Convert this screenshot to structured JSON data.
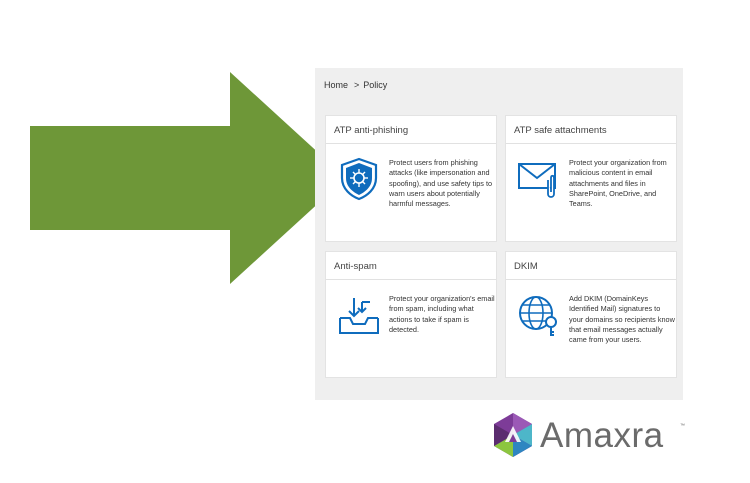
{
  "breadcrumb": {
    "home": "Home",
    "separator": ">",
    "current": "Policy"
  },
  "cards": [
    {
      "title": "ATP anti-phishing",
      "icon": "shield-anti-phishing-icon",
      "description": "Protect users from phishing attacks (like impersonation and spoofing), and use safety tips to warn users about potentially harmful messages."
    },
    {
      "title": "ATP safe attachments",
      "icon": "envelope-paperclip-icon",
      "description": "Protect your organization from malicious content in email attachments and files in SharePoint, OneDrive, and Teams."
    },
    {
      "title": "Anti-spam",
      "icon": "inbox-tray-icon",
      "description": "Protect your organization's email from spam, including what actions to take if spam is detected."
    },
    {
      "title": "DKIM",
      "icon": "globe-key-icon",
      "description": "Add DKIM (DomainKeys Identified Mail) signatures to your domains so recipients know that email messages actually came from your users."
    }
  ],
  "logo": {
    "text": "Amaxra",
    "trademark": "™"
  },
  "colors": {
    "arrow": "#6e9738",
    "icon_blue": "#0f6cbd",
    "panel_bg": "#efefef",
    "logo_purple": "#7d3c98",
    "logo_teal": "#4db6c9",
    "logo_green": "#8cc63f",
    "logo_text": "#6b6b6b"
  }
}
